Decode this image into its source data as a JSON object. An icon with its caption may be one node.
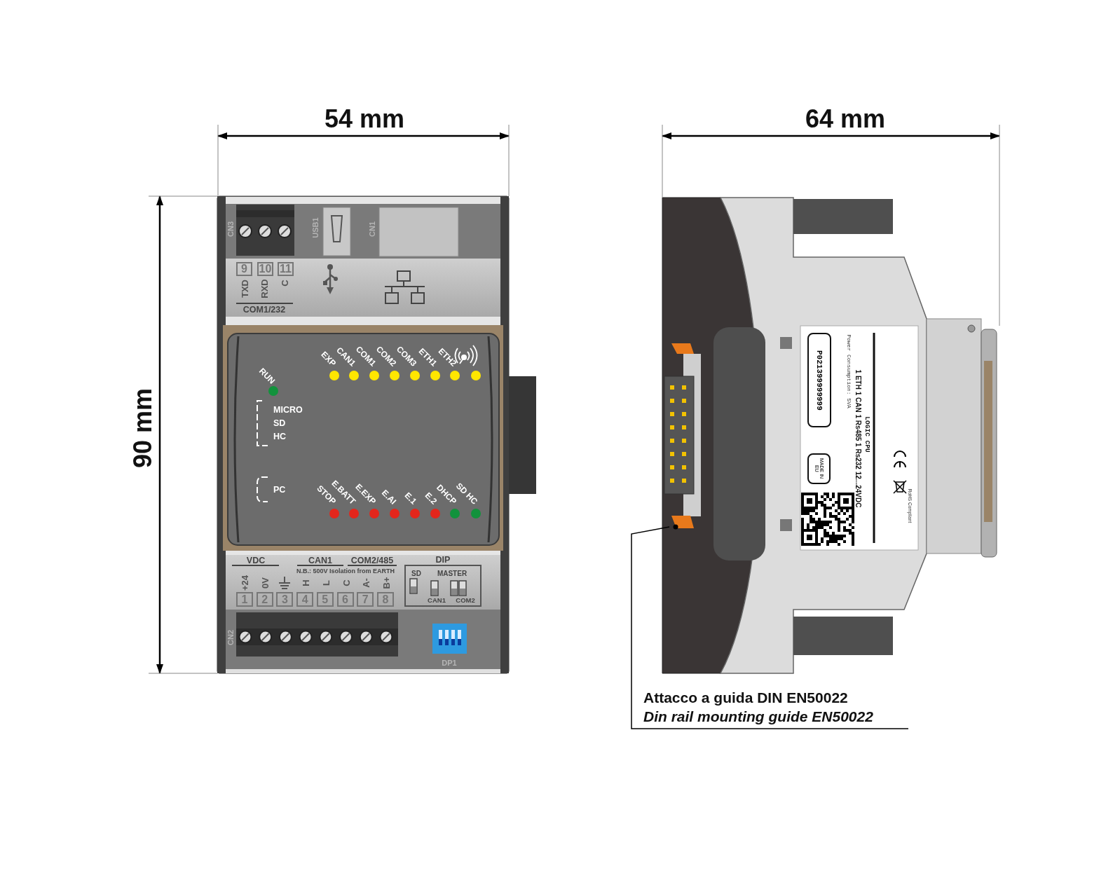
{
  "diagram": {
    "nodes": [
      {
        "text": [
          "9"
        ]
      },
      {
        "text": [
          "10"
        ]
      },
      {
        "text": [
          "11"
        ]
      },
      {
        "text": [
          "1"
        ]
      },
      {
        "text": [
          "2"
        ]
      },
      {
        "text": [
          "3"
        ]
      },
      {
        "text": [
          "4"
        ]
      },
      {
        "text": [
          "5"
        ]
      },
      {
        "text": [
          "6"
        ]
      },
      {
        "text": [
          "7"
        ]
      },
      {
        "text": [
          "8"
        ]
      },
      {
        "text": [
          "DIP",
          "SD",
          "MASTER",
          "CAN1",
          "COM2"
        ]
      },
      {
        "text": [
          "P021399999999"
        ]
      },
      {
        "text": [
          "MADE IN EU"
        ]
      },
      {
        "text": [],
        "shape": "picture"
      },
      {
        "text": [
          "Attacco a guida DIN EN50022",
          "Din rail mounting guide EN50022"
        ]
      }
    ],
    "edges": [
      {
        "from": 15,
        "to": 14,
        "arrow": "none"
      }
    ],
    "labels": [
      "54 mm",
      "64 mm",
      "90 mm",
      "CN3",
      "USB1",
      "CN1",
      "TXD",
      "RXD",
      "C",
      "COM1/232",
      "EXP",
      "CAN1",
      "COM1",
      "COM2",
      "COM3",
      "ETH1",
      "ETH2",
      "RUN",
      "MICRO",
      "SD",
      "HC",
      "PC",
      "STOP",
      "E.BATT",
      "E.EXP",
      "E.AI",
      "E.1",
      "E.2",
      "DHCP",
      "SD HC",
      "VDC",
      "CAN1",
      "COM2/485",
      "N.B.: 500V Isolation from EARTH",
      "+24",
      "0V",
      "H",
      "L",
      "C",
      "A-",
      "B+",
      "CN2",
      "DP1",
      "LOGIC CPU",
      "1 ETH 1 CAN 1 Rs485 1 Rs232 12...24VDC",
      "Power Consumption: 5VA",
      "RoHS Compliant"
    ]
  }
}
